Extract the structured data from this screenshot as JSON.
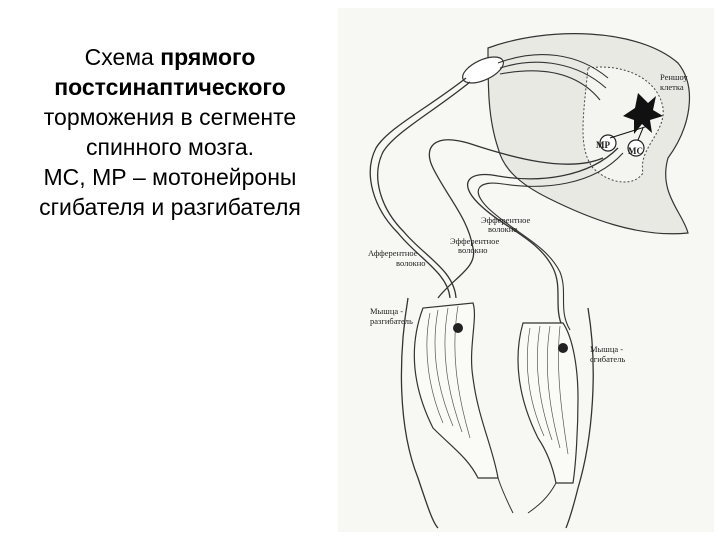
{
  "caption": {
    "line1_prefix": "Схема ",
    "line1_bold": "прямого",
    "line2_bold": "постсинаптического",
    "line3": "торможения в сегменте",
    "line4": "спинного мозга.",
    "line5": "МС, МР – мотонейроны",
    "line6": "сгибателя  и разгибателя"
  },
  "figure": {
    "label_renshaw_1": "Реншоу",
    "label_renshaw_2": "клетка",
    "label_mp": "МР",
    "label_mc": "МС",
    "label_efferent1_1": "Эфферентное",
    "label_efferent1_2": "волокно",
    "label_efferent2_1": "Эфферентное",
    "label_efferent2_2": "волокно",
    "label_afferent_1": "Афферентное",
    "label_afferent_2": "волокно",
    "label_extensor_1": "Мышца -",
    "label_extensor_2": "разгибатель",
    "label_flexor_1": "Мышца -",
    "label_flexor_2": "сгибатель"
  }
}
